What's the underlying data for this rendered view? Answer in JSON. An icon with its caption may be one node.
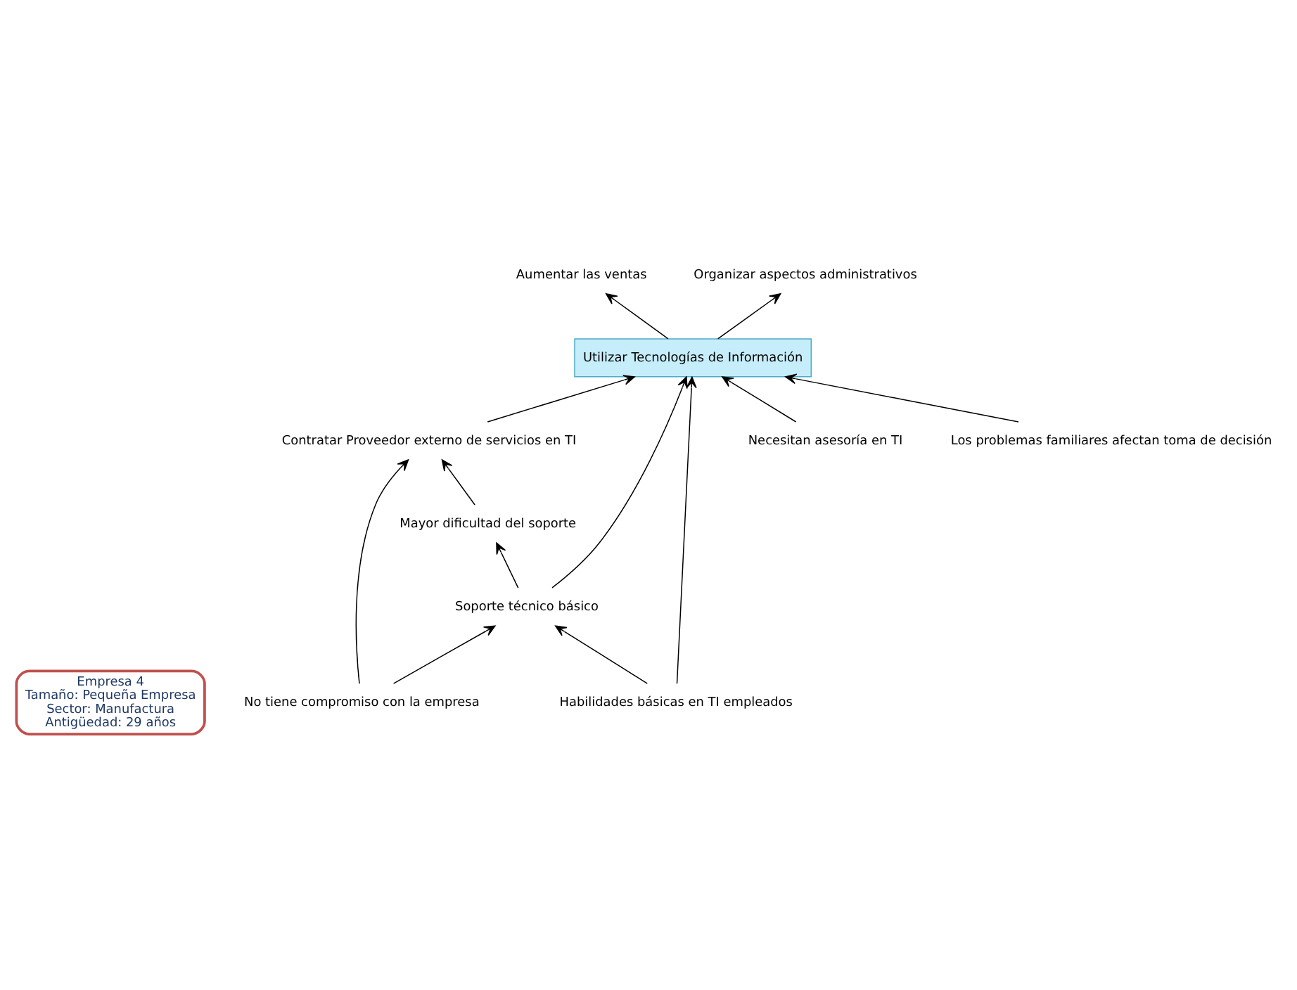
{
  "diagram": {
    "nodes": [
      {
        "text": [
          "Empresa 4",
          "Tamaño: Pequeña Empresa",
          "Sector: Manufactura",
          "Antigüedad: 29 años"
        ]
      },
      {
        "text": [
          "Aumentar las ventas"
        ]
      },
      {
        "text": [
          "Organizar aspectos administrativos"
        ]
      },
      {
        "text": [
          "Utilizar Tecnologías de Información"
        ]
      },
      {
        "text": [
          "Contratar Proveedor externo de servicios en TI"
        ]
      },
      {
        "text": [
          "Necesitan asesoría en TI"
        ]
      },
      {
        "text": [
          "No tiene compromiso con la empresa"
        ]
      },
      {
        "text": [
          "Mayor dificultad del soporte"
        ]
      },
      {
        "text": [
          "Habilidades básicas en TI empleados"
        ]
      },
      {
        "text": [
          "Los problemas familiares afectan toma de decisión"
        ]
      },
      {
        "text": [
          "Soporte técnico básico"
        ]
      }
    ],
    "edges": [
      {
        "from": 3,
        "to": 1,
        "arrow": "to"
      },
      {
        "from": 3,
        "to": 2,
        "arrow": "to"
      },
      {
        "from": 4,
        "to": 3,
        "arrow": "to"
      },
      {
        "from": 5,
        "to": 3,
        "arrow": "to"
      },
      {
        "from": 6,
        "to": 4,
        "arrow": "to"
      },
      {
        "from": 7,
        "to": 4,
        "arrow": "to"
      },
      {
        "from": 6,
        "to": 10,
        "arrow": "to"
      },
      {
        "from": 10,
        "to": 7,
        "arrow": "to"
      },
      {
        "from": 10,
        "to": 3,
        "arrow": "to"
      },
      {
        "from": 8,
        "to": 3,
        "arrow": "to"
      },
      {
        "from": 8,
        "to": 10,
        "arrow": "to"
      },
      {
        "from": 9,
        "to": 3,
        "arrow": "to"
      }
    ]
  }
}
